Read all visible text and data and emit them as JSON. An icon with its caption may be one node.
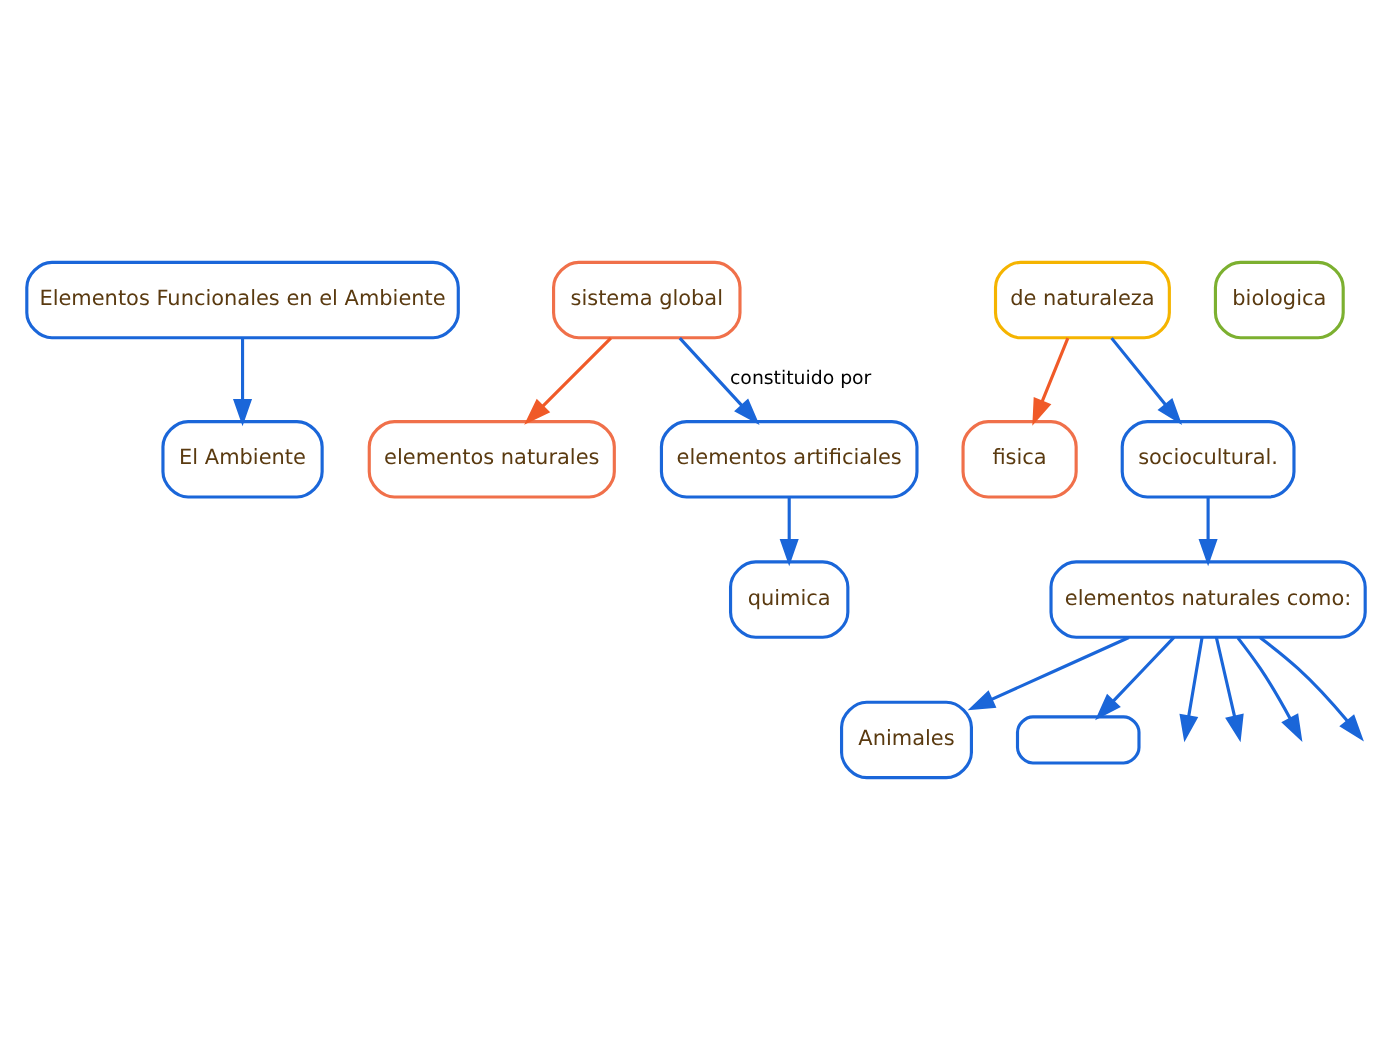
{
  "diagram": {
    "nodes": [
      {
        "text": [
          "Elementos Funcionales en el Ambiente"
        ]
      },
      {
        "text": [
          "El Ambiente"
        ]
      },
      {
        "text": [
          "sistema global"
        ]
      },
      {
        "text": [
          "elementos naturales"
        ]
      },
      {
        "text": [
          "elementos artificiales"
        ]
      },
      {
        "text": [
          "de naturaleza"
        ]
      },
      {
        "text": [
          "fisica"
        ]
      },
      {
        "text": [
          "biologica"
        ]
      },
      {
        "text": [
          "quimica"
        ]
      },
      {
        "text": [
          "sociocultural."
        ]
      },
      {
        "text": [
          "elementos naturales como:"
        ]
      },
      {
        "text": [
          "Animales"
        ]
      },
      {
        "text": [],
        "shape": "box"
      }
    ],
    "edges": [
      {
        "from": 0,
        "to": 1,
        "arrow": "to"
      },
      {
        "from": 2,
        "to": 3,
        "arrow": "to",
        "color": "#f05a28"
      },
      {
        "from": 2,
        "to": 4,
        "arrow": "to",
        "label": "constituido por"
      },
      {
        "from": 5,
        "to": 6,
        "arrow": "to",
        "color": "#f05a28"
      },
      {
        "from": 5,
        "to": 9,
        "arrow": "to"
      },
      {
        "from": 4,
        "to": 8,
        "arrow": "to"
      },
      {
        "from": 9,
        "to": 10,
        "arrow": "to"
      },
      {
        "from": 10,
        "to": 11,
        "arrow": "to"
      },
      {
        "from": 10,
        "to": 12,
        "arrow": "to"
      },
      {
        "from": 10,
        "to": null,
        "arrow": "to"
      },
      {
        "from": 10,
        "to": null,
        "arrow": "to"
      },
      {
        "from": 10,
        "to": null,
        "arrow": "to"
      },
      {
        "from": 10,
        "to": null,
        "arrow": "to"
      }
    ]
  }
}
